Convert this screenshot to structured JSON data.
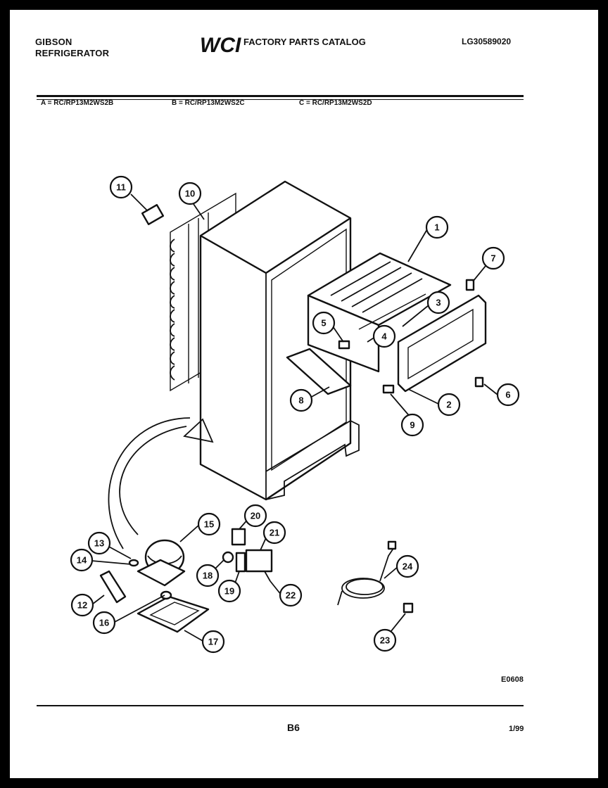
{
  "header": {
    "brand": "GIBSON",
    "product": "REFRIGERATOR",
    "logo_text": "WCI",
    "catalog_title": "FACTORY PARTS CATALOG",
    "catalog_number": "LG30589020"
  },
  "models": [
    {
      "label": "A = RC/RP13M2WS2B"
    },
    {
      "label": "B = RC/RP13M2WS2C"
    },
    {
      "label": "C = RC/RP13M2WS2D"
    }
  ],
  "callouts": [
    "1",
    "2",
    "3",
    "4",
    "5",
    "6",
    "7",
    "8",
    "9",
    "10",
    "11",
    "12",
    "13",
    "14",
    "15",
    "16",
    "17",
    "18",
    "19",
    "20",
    "21",
    "22",
    "23",
    "24"
  ],
  "footer": {
    "diagram_code": "E0608",
    "page_number": "B6",
    "date": "1/99"
  }
}
